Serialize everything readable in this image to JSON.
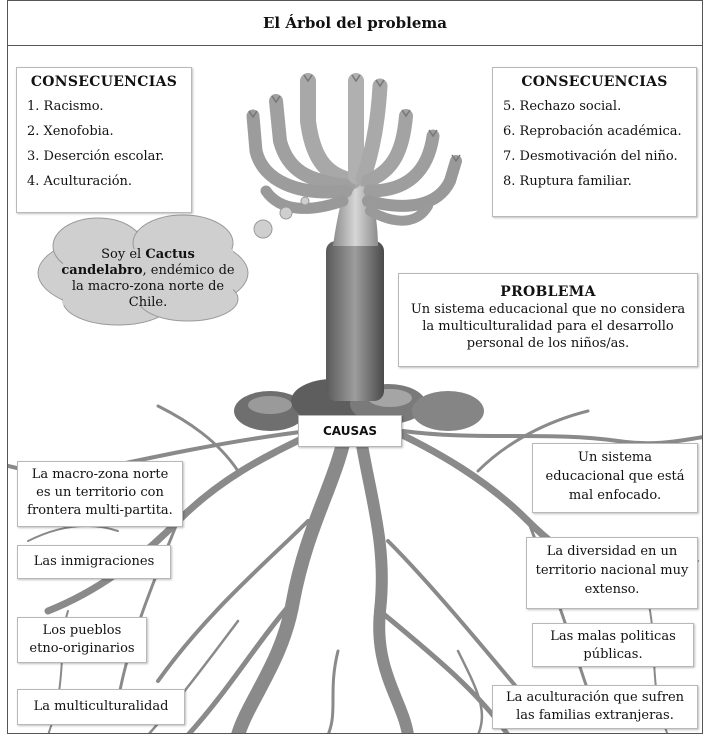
{
  "title": "El Árbol del problema",
  "consequences_left": {
    "heading": "CONSECUENCIAS",
    "items": [
      "1. Racismo.",
      "2. Xenofobia.",
      "3. Deserción escolar.",
      "4. Aculturación."
    ]
  },
  "consequences_right": {
    "heading": "CONSECUENCIAS",
    "items": [
      "5. Rechazo social.",
      "6. Reprobación académica.",
      "7. Desmotivación del niño.",
      "8. Ruptura familiar."
    ]
  },
  "speech": {
    "before": "Soy el ",
    "bold": "Cactus candelabro",
    "after": ", endémico de la macro-zona norte de Chile."
  },
  "problem": {
    "heading": "PROBLEMA",
    "text": "Un sistema educacional que no considera la multiculturalidad para el desarrollo personal de los niños/as."
  },
  "causes_label": "CAUSAS",
  "causes_left": [
    "La macro-zona norte es un territorio con frontera multi-partita.",
    "Las inmigraciones",
    "Los pueblos etno-originarios",
    "La multiculturalidad"
  ],
  "causes_right": [
    "Un sistema educacional que está mal enfocado.",
    "La diversidad en un territorio nacional muy extenso.",
    "Las malas politicas públicas.",
    "La aculturación que sufren las familias extranjeras."
  ],
  "colors": {
    "roots": "#8a8a8a",
    "cactus": "#9a9a9a",
    "rocks": "#6f6f6f",
    "cloud": "#cfcfcf"
  }
}
